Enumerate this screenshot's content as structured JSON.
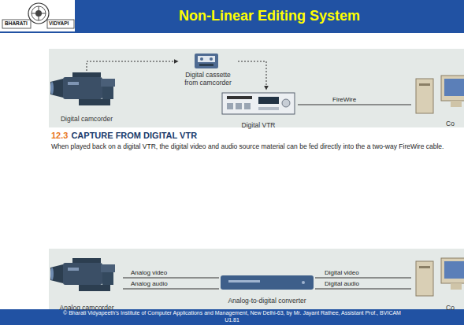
{
  "diagram": {
    "title": "Non-Linear Editing System",
    "caption": "CAPTURE FROM DIGITAL VTR",
    "nodes": [
      {
        "text": [
          "Digital camcorder"
        ]
      },
      {
        "text": [
          "Digital cassette from camcorder"
        ]
      },
      {
        "text": [
          "Digital VTR"
        ]
      },
      {
        "text": [
          "Co"
        ]
      },
      {
        "text": [
          "Analog camcorder"
        ]
      },
      {
        "text": [
          "Analog-to-digital converter"
        ]
      },
      {
        "text": [
          "Co"
        ]
      }
    ],
    "edges": [
      {
        "from": 0,
        "to": 1,
        "arrow": "to"
      },
      {
        "from": 1,
        "to": 2,
        "arrow": "to"
      },
      {
        "from": 2,
        "to": 3,
        "label": "FireWire",
        "arrow": "none"
      },
      {
        "from": 4,
        "to": 5,
        "label": "Analog video",
        "arrow": "none"
      },
      {
        "from": 4,
        "to": 5,
        "label": "Analog audio",
        "arrow": "none"
      },
      {
        "from": 5,
        "to": 6,
        "label": "Digital video",
        "arrow": "none"
      },
      {
        "from": 5,
        "to": 6,
        "label": "Digital audio",
        "arrow": "none"
      }
    ],
    "labels": [
      "BHARATI",
      "VIDYAPI",
      "12.3",
      "When played back on a digital VTR, the digital video and audio source material can be fed directly into the a two-way FireWire cable.",
      "© Bharati Vidyapeeth's Institute of Computer Applications and Management, New Delhi-63, by Mr. Jayant Rathee, Assistant Prof., BVICAM",
      "U1.81"
    ]
  }
}
